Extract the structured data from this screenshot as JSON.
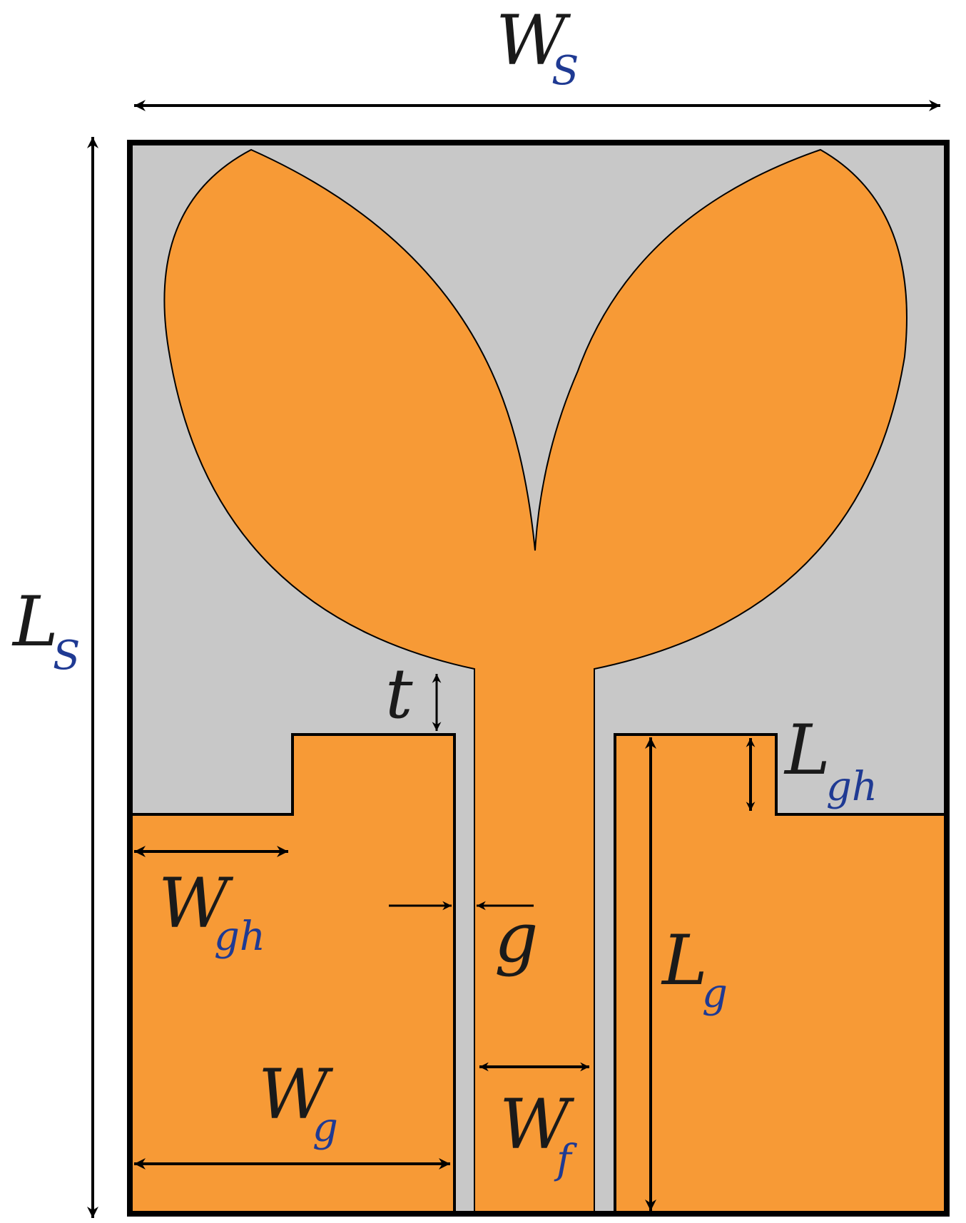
{
  "colors": {
    "substrate": "#c8c8c8",
    "copper": "#f79a36",
    "outline": "#000000",
    "label_main": "#1a1a1a",
    "label_sub": "#1f3a93"
  },
  "labels": {
    "Ws": {
      "main": "W",
      "sub": "S"
    },
    "Ls": {
      "main": "L",
      "sub": "S"
    },
    "t": {
      "main": "t",
      "sub": ""
    },
    "Lgh": {
      "main": "L",
      "sub": "gh"
    },
    "Wgh": {
      "main": "W",
      "sub": "gh"
    },
    "g": {
      "main": "g",
      "sub": ""
    },
    "Lg": {
      "main": "L",
      "sub": "g"
    },
    "Wg": {
      "main": "W",
      "sub": "g"
    },
    "Wf": {
      "main": "W",
      "sub": "f"
    }
  }
}
